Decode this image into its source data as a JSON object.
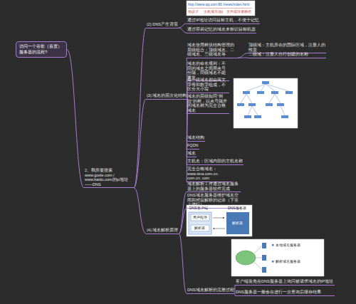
{
  "diagram": {
    "nodes": [
      {
        "text": [
          "访问一个谷歌（百度）服务器的流程?"
        ]
      },
      {
        "text": [
          "2、我所要搜索www.goole.com / www.baidu.com的ip地址——DNS"
        ]
      },
      {
        "text": [
          "(2) DNS产生背景"
        ]
      },
      {
        "text": [
          "通过IP地址访问目标主机，不便于记忆"
        ]
      },
      {
        "text": [
          "通过容易记忆的域名来标识目标机器"
        ]
      },
      {
        "text": [
          "(3) 域名的层次化结构"
        ]
      },
      {
        "text": [
          "域名使用树状结构管理的层级组合：顶级域名、二级域名、三级域名等"
        ]
      },
      {
        "text": [
          "顶级域：主机所在的国际区域，注册人的性质"
        ]
      },
      {
        "text": [
          "二级域：注册人自行创建的名称"
        ]
      },
      {
        "text": [
          "域名的命名规则：不同的域名之间用点号分隔，同级域名不能重复"
        ]
      },
      {
        "text": [
          "每一级域名都由英文字母和数字组成，不区分大小写"
        ]
      },
      {
        "text": [
          "域名的层级如同“倒挂”的树，以点号隔开的域名称为完全合格域名"
        ]
      },
      {
        "text": [
          "域名结构"
        ]
      },
      {
        "text": [
          "FQDN"
        ]
      },
      {
        "text": [
          "域名"
        ]
      },
      {
        "text": [
          "主机名：区域内部的主机名称"
        ]
      },
      {
        "text": [
          "完全合格域名：www.sina.com.cn. com.cn. com"
        ]
      },
      {
        "text": [
          "(4) 域名解析原理"
        ]
      },
      {
        "text": [
          "域名解析工作通过域名服务器上的服务器软件完成"
        ]
      },
      {
        "text": [
          "DNS域名服务器维护域名空间和对应解析的记录（下至上进行）"
        ]
      },
      {
        "text": [
          "DNS域名解析的完整过程"
        ]
      },
      {
        "text": [
          "客户端首先在DNS服务器上询问被请求域名的IP地址"
        ]
      },
      {
        "text": [
          "DNS服务器一般会在进行一次查询后缓存结果"
        ]
      }
    ],
    "edges": [
      {
        "from": 0,
        "to": 1,
        "arrow": "none"
      },
      {
        "from": 1,
        "to": 2,
        "arrow": "none"
      },
      {
        "from": 2,
        "to": 3,
        "arrow": "none"
      },
      {
        "from": 2,
        "to": 4,
        "arrow": "none"
      },
      {
        "from": 1,
        "to": 5,
        "arrow": "none"
      },
      {
        "from": 5,
        "to": 6,
        "arrow": "none"
      },
      {
        "from": 6,
        "to": 7,
        "arrow": "none"
      },
      {
        "from": 6,
        "to": 8,
        "arrow": "none"
      },
      {
        "from": 5,
        "to": 9,
        "arrow": "none"
      },
      {
        "from": 5,
        "to": 10,
        "arrow": "none"
      },
      {
        "from": 5,
        "to": 11,
        "arrow": "none"
      },
      {
        "from": 5,
        "to": 12,
        "arrow": "none"
      },
      {
        "from": 5,
        "to": 13,
        "arrow": "none"
      },
      {
        "from": 5,
        "to": 14,
        "arrow": "none"
      },
      {
        "from": 5,
        "to": 15,
        "arrow": "none"
      },
      {
        "from": 5,
        "to": 16,
        "arrow": "none"
      },
      {
        "from": 1,
        "to": 17,
        "arrow": "none"
      },
      {
        "from": 17,
        "to": 18,
        "arrow": "none"
      },
      {
        "from": 17,
        "to": 19,
        "arrow": "none"
      },
      {
        "from": 17,
        "to": 20,
        "arrow": "none"
      },
      {
        "from": 20,
        "to": 21,
        "arrow": "none"
      },
      {
        "from": 20,
        "to": 22,
        "arrow": "none"
      }
    ],
    "labels": [
      "http://www.qq.com:80 /news/index.html",
      "协议://",
      "主机域名(ip)",
      "文件或目录路径",
      "DNS客户端",
      "用户程序",
      "解析器",
      "DNS服务器",
      "解析器",
      "本地域名服务器",
      "解析域名服务器"
    ]
  }
}
